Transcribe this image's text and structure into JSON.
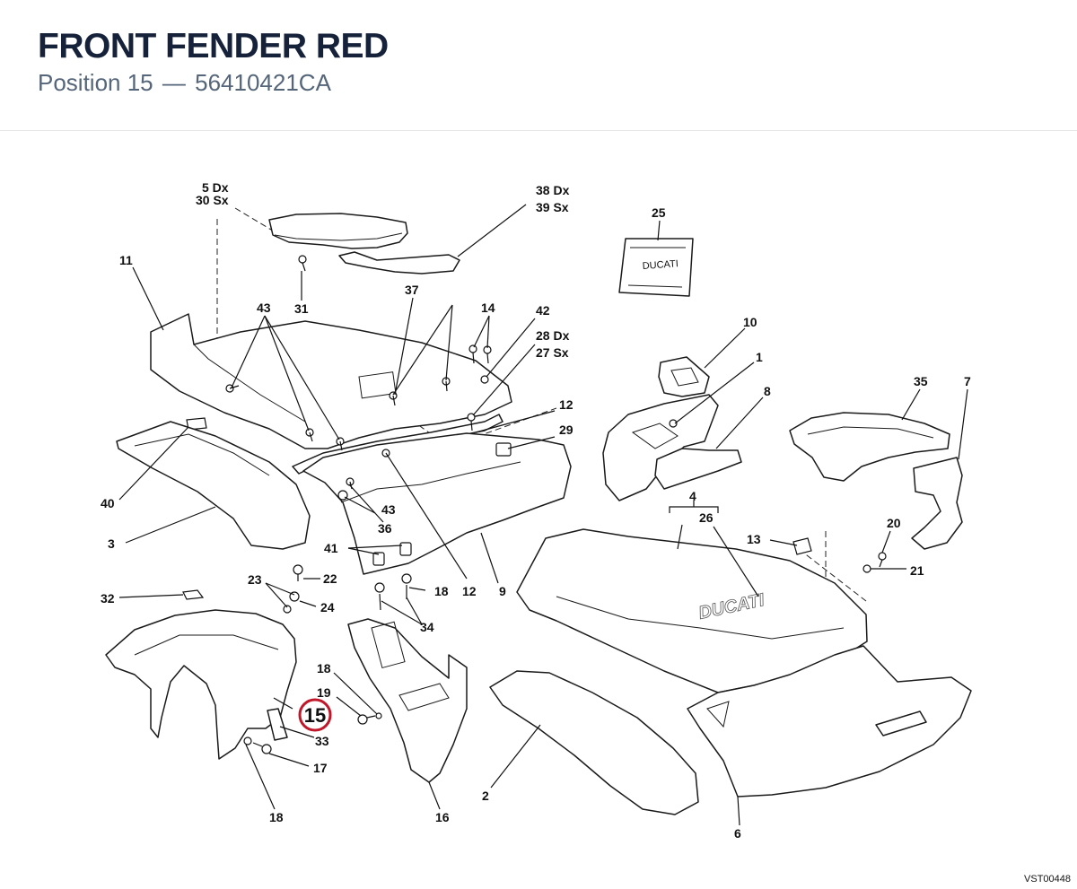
{
  "header": {
    "title": "FRONT FENDER RED",
    "position_label": "Position 15",
    "separator": "—",
    "part_number": "56410421CA"
  },
  "highlight": {
    "position": "15",
    "color": "#c0182a"
  },
  "drawing_code": "VST00448",
  "decal_text": "DUCATI",
  "callouts": [
    "5 Dx",
    "30 Sx",
    "38 Dx",
    "39 Sx",
    "25",
    "11",
    "31",
    "37",
    "43",
    "14",
    "42",
    "28 Dx",
    "27 Sx",
    "10",
    "1",
    "8",
    "12",
    "29",
    "35",
    "7",
    "43",
    "40",
    "36",
    "43",
    "3",
    "41",
    "12",
    "9",
    "4",
    "26",
    "13",
    "20",
    "21",
    "23",
    "22",
    "18",
    "32",
    "24",
    "34",
    "18",
    "19",
    "33",
    "17",
    "18",
    "16",
    "2",
    "6"
  ]
}
